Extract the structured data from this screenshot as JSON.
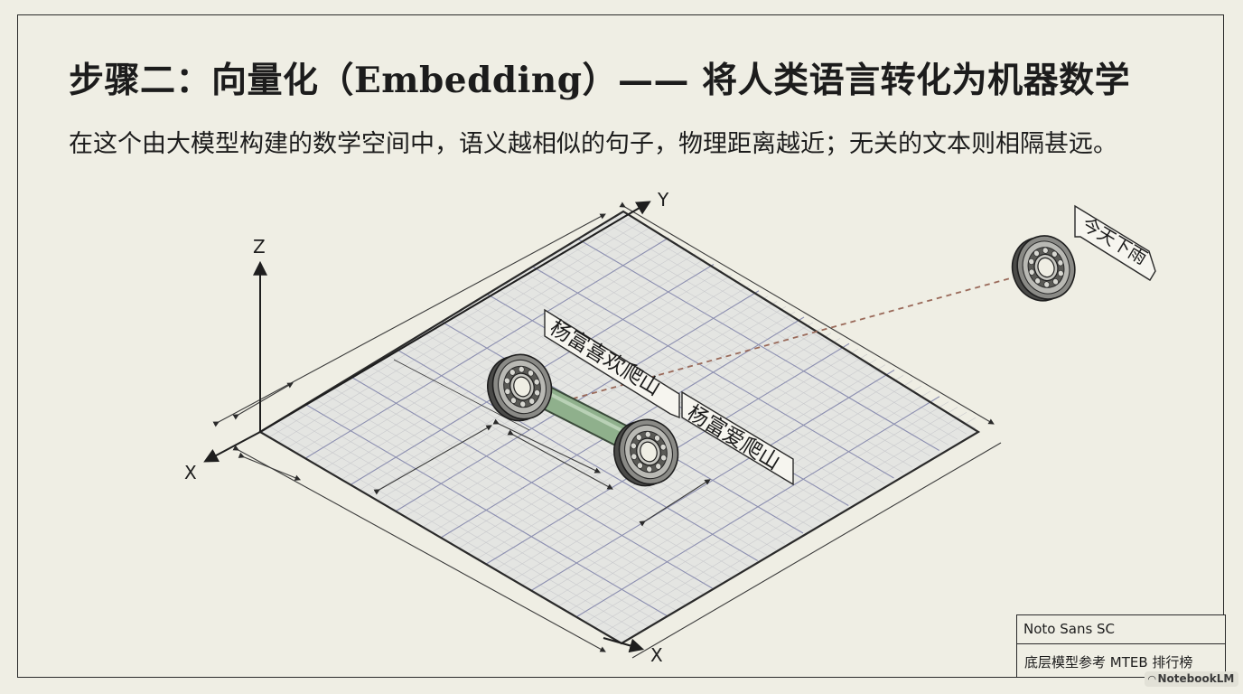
{
  "title": "步骤二：向量化（Embedding）—— 将人类语言转化为机器数学",
  "subtitle": "在这个由大模型构建的数学空间中，语义越相似的句子，物理距离越近；无关的文本则相隔甚远。",
  "axes": {
    "y": "Y",
    "z": "Z",
    "x_left": "X",
    "x_bottom": "X"
  },
  "sentences": {
    "a": "杨富喜欢爬山",
    "b": "杨富爱爬山",
    "c": "今天下雨"
  },
  "title_block": {
    "font": "Noto Sans SC",
    "reference": "底层模型参考 MTEB 排行榜"
  },
  "watermark": "NotebookLM",
  "colors": {
    "background": "#efeee4",
    "line": "#2a2a2a",
    "grid_major": "#8c8fb0",
    "grid_minor": "#c9cacd",
    "link_tube": "#8fb08c",
    "distance_line": "#9a6a5a"
  }
}
